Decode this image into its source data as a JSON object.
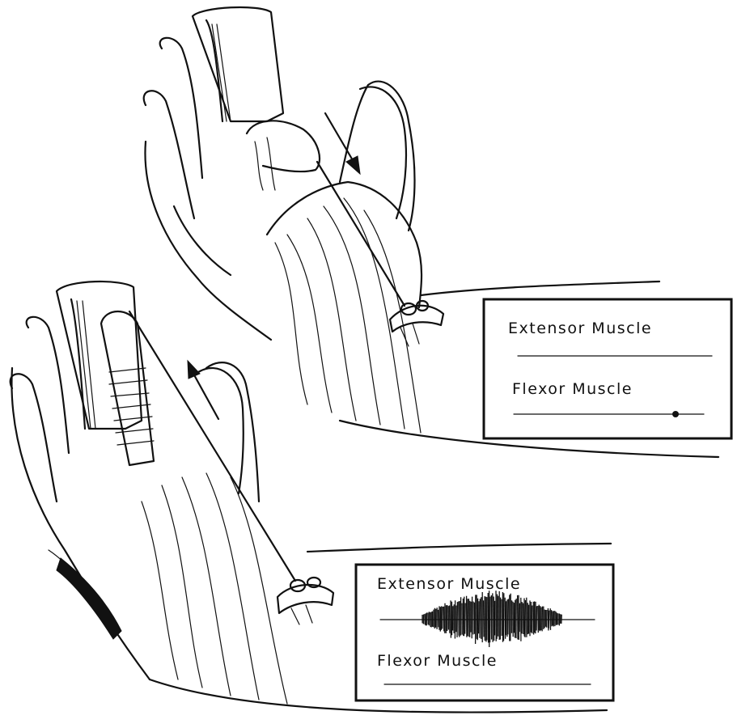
{
  "upper_panel": {
    "extensor_label": "Extensor Muscle",
    "flexor_label": "Flexor  Muscle"
  },
  "lower_panel": {
    "extensor_label": "Extensor Muscle",
    "flexor_label": "Flexor Muscle"
  },
  "colors": {
    "ink": "#111111",
    "paper": "#ffffff"
  }
}
